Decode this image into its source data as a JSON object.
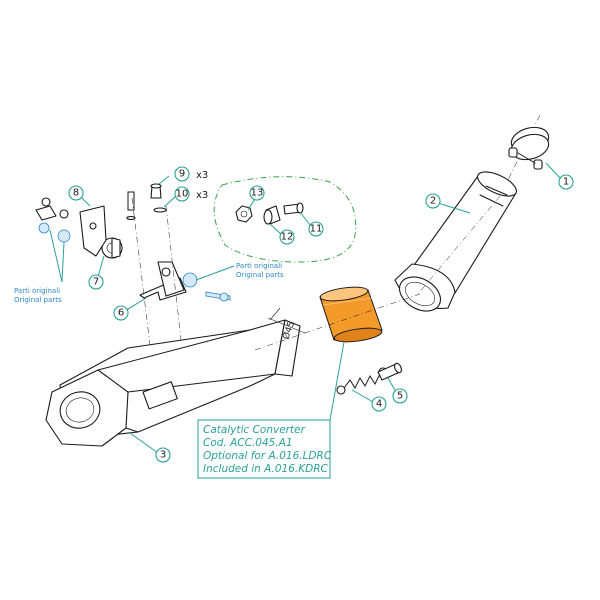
{
  "callouts": [
    {
      "num": "1"
    },
    {
      "num": "2"
    },
    {
      "num": "3"
    },
    {
      "num": "4"
    },
    {
      "num": "5"
    },
    {
      "num": "6"
    },
    {
      "num": "7"
    },
    {
      "num": "8"
    },
    {
      "num": "9"
    },
    {
      "num": "10"
    },
    {
      "num": "11"
    },
    {
      "num": "12"
    },
    {
      "num": "13"
    }
  ],
  "quantities": {
    "part9": "x3",
    "part10": "x3"
  },
  "original_parts": {
    "left": {
      "it": "Parti originali",
      "en": "Original parts"
    },
    "right": {
      "it": "Parti originali",
      "en": "Original parts"
    }
  },
  "catalytic_note": {
    "line1": "Catalytic Converter",
    "line2": "Cod. ACC.045.A1",
    "line3": "Optional for A.016.LDRC",
    "line4": "Included in A.016.KDRC"
  },
  "dimension_label": "Ø45",
  "colors": {
    "callout": "#2aa197",
    "original_parts": "#2f86c8",
    "converter": "#f39a2b",
    "group_outline": "#3aa34a"
  }
}
